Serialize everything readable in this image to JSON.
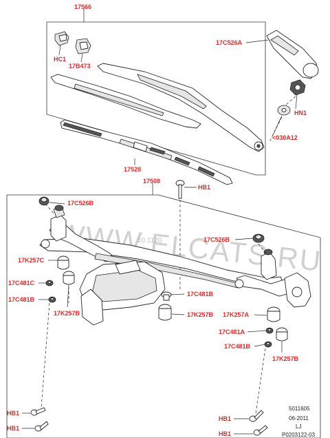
{
  "colors": {
    "callout_red": "#e0282a",
    "line": "#222222"
  },
  "callouts": {
    "c17566": "17566",
    "hc1": "HC1",
    "c17b473": "17B473",
    "c17c526a": "17C526A",
    "hn1": "HN1",
    "c030a12": "<030A12",
    "c17528": "17528",
    "c17508": "17508",
    "hb1_top": "HB1",
    "c17c526b_left": "17C526B",
    "c17c526b_right": "17C526B",
    "c17k257c": "17K257C",
    "c17c481c": "17C481C",
    "c17c481b_left": "17C481B",
    "c17k257b_left": "17K257B",
    "c17c481b_mid": "17C481B",
    "c17k257b_mid": "17K257B",
    "c17k257a": "17K257A",
    "c17c481a": "17C481A",
    "c17c481b_right": "17C481B",
    "c17k257b_right": "17K257B",
    "hb1_left_1": "HB1",
    "hb1_left_2": "HB1",
    "hb1_right_1": "HB1",
    "hb1_right_2": "HB1"
  },
  "watermark": {
    "text": "WWW.ELCATS.RU",
    "small_text": "10.1120"
  },
  "footer": {
    "code": "5011605",
    "date": "06-2011",
    "suffix": "LJ",
    "ref": "P0203122-03"
  },
  "icons": {
    "wiper_arm": "wiper-arm-icon",
    "wiper_blade": "wiper-blade-icon",
    "linkage": "wiper-linkage-icon",
    "motor": "wiper-motor-icon",
    "bolt": "bolt-icon",
    "nut": "nut-icon",
    "cap": "cap-icon"
  }
}
